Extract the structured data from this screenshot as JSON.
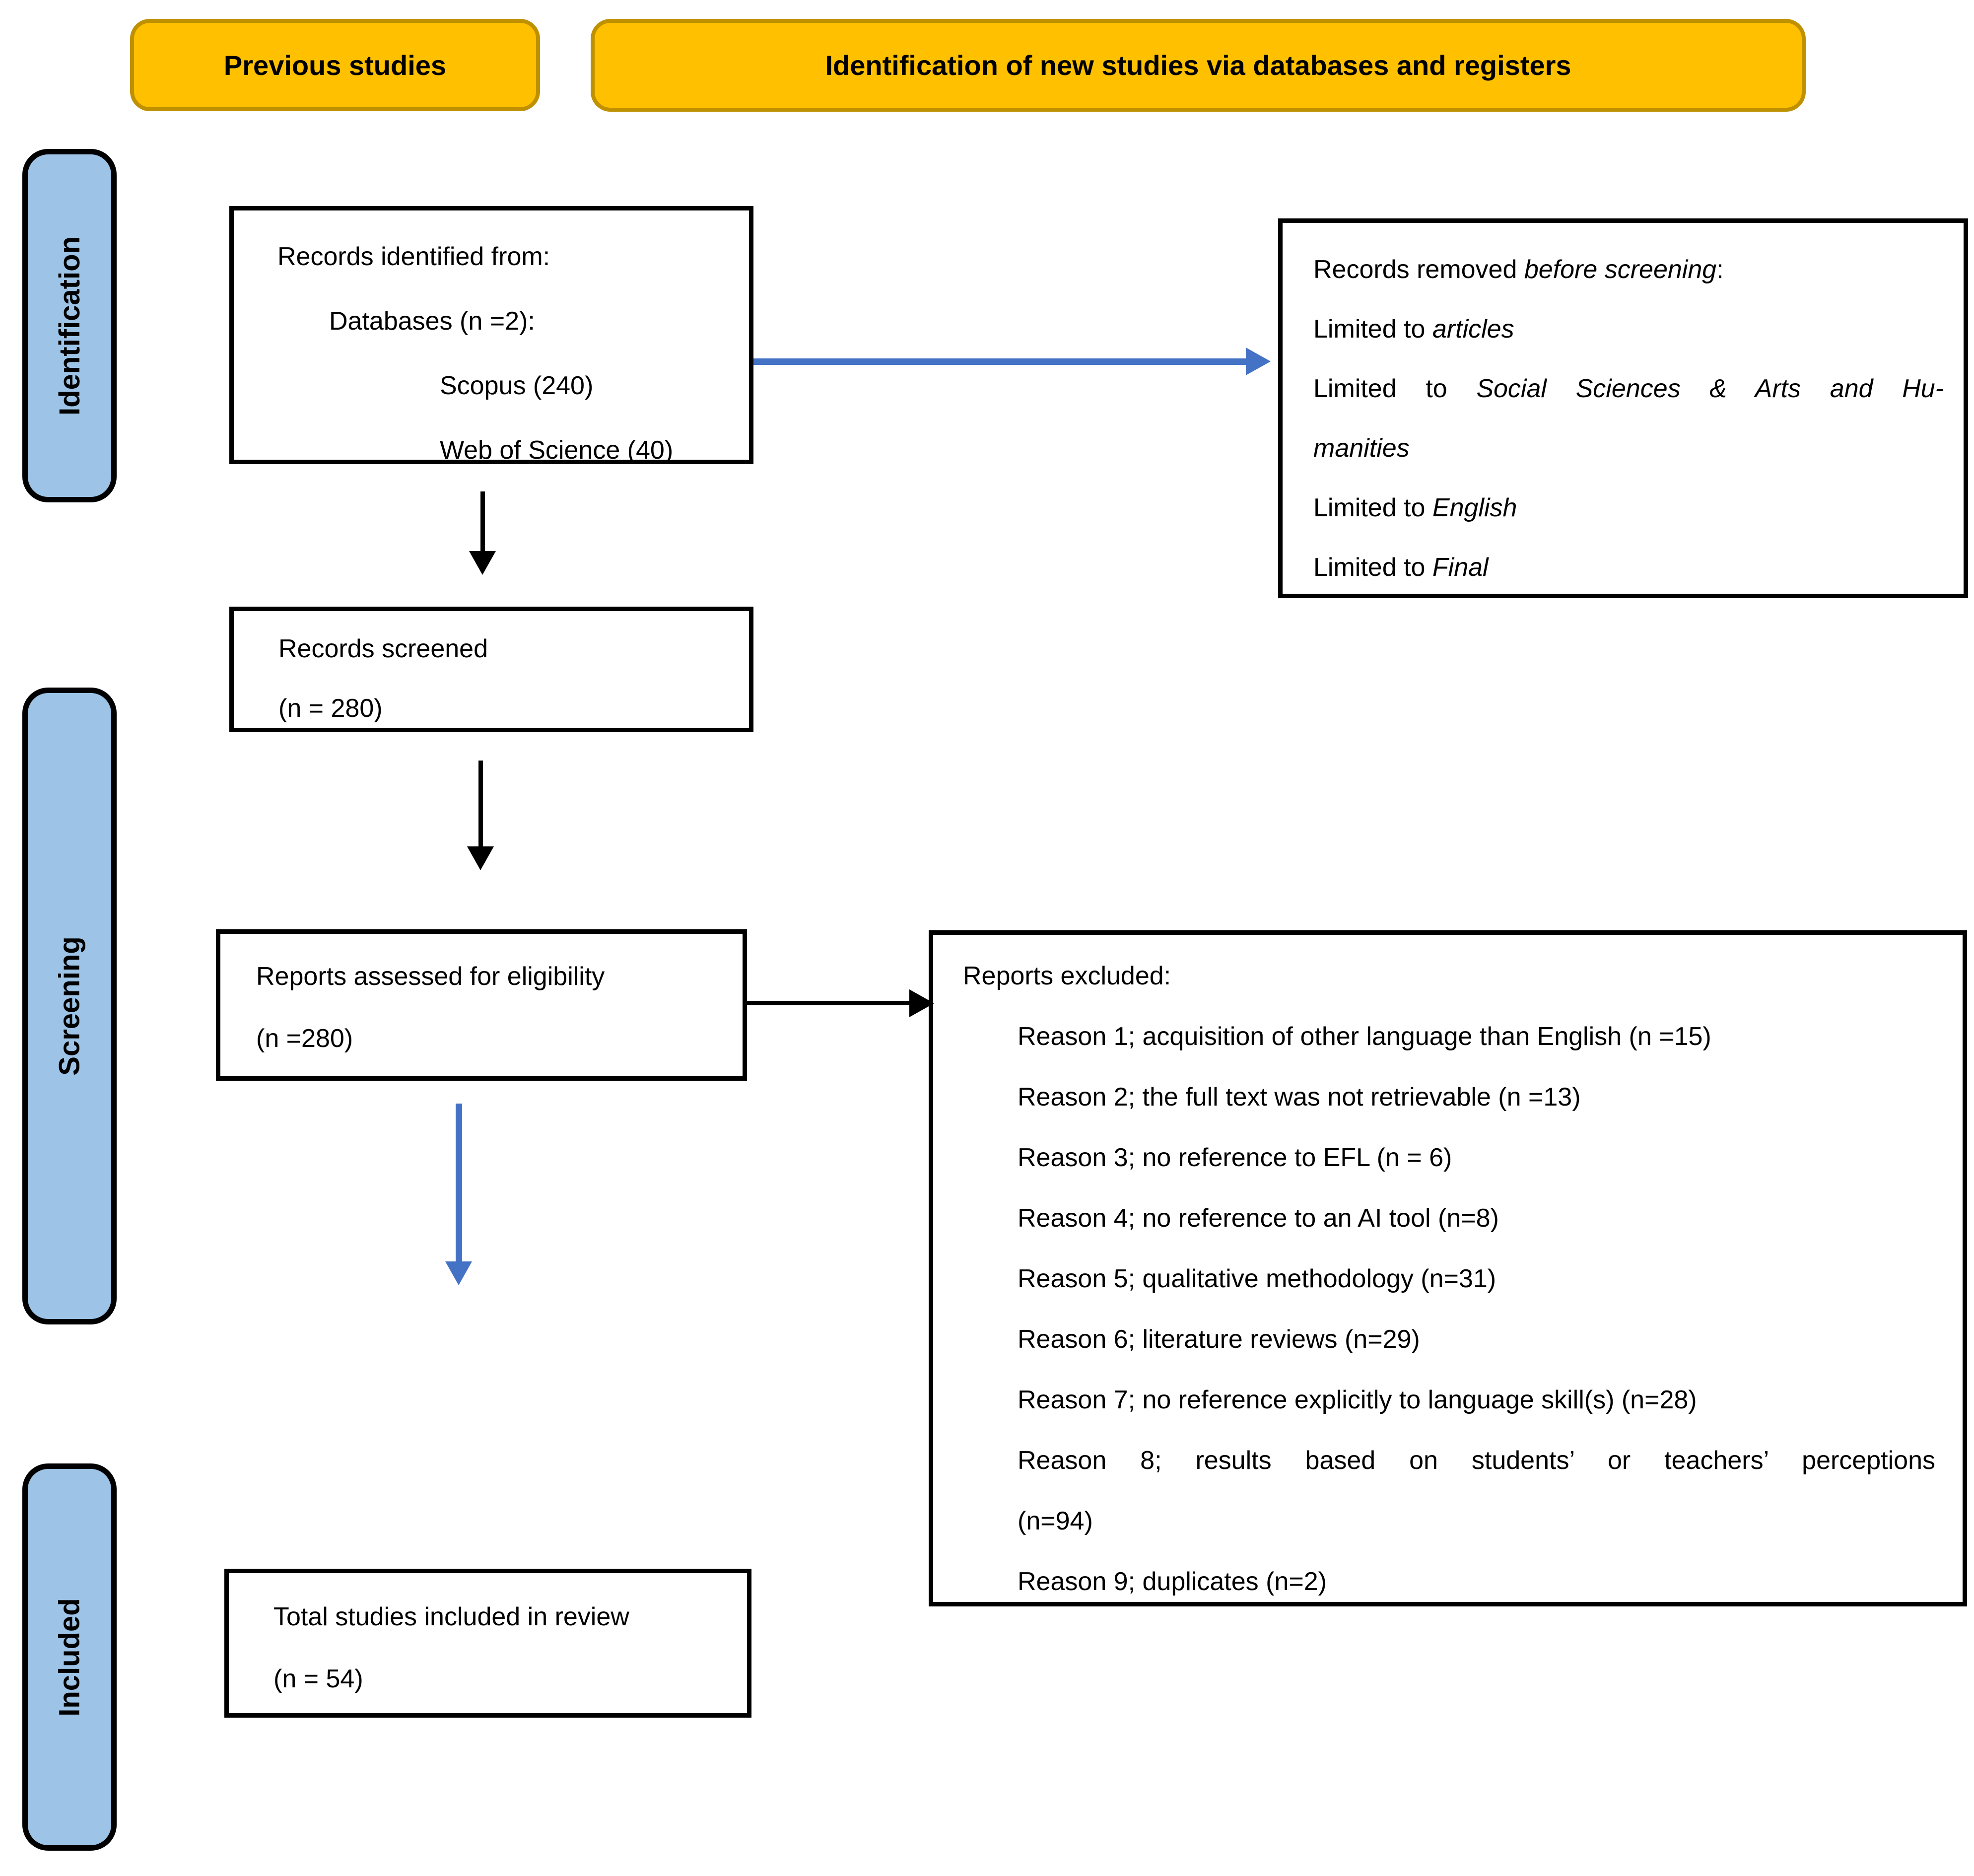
{
  "headers": {
    "previous": "Previous studies",
    "identification": "Identification of new studies via databases and registers"
  },
  "stages": [
    {
      "label": "Identification"
    },
    {
      "label": "Screening"
    },
    {
      "label": "Included"
    }
  ],
  "boxes": {
    "records_identified": {
      "lines": [
        "Records identified from:",
        "Databases (n =2):",
        "Scopus (240)",
        "Web of Science (40)"
      ]
    },
    "records_removed": {
      "lines": [
        [
          {
            "t": "Records removed ",
            "i": false
          },
          {
            "t": "before screening",
            "i": true
          },
          {
            "t": ":",
            "i": false
          }
        ],
        [
          {
            "t": "Limited to ",
            "i": false
          },
          {
            "t": "articles",
            "i": true
          }
        ],
        [
          {
            "t": "Limited to ",
            "i": false
          },
          {
            "t": "Social Sciences & Arts and Hu-",
            "i": true
          }
        ],
        [
          {
            "t": "manities",
            "i": true
          }
        ],
        [
          {
            "t": "Limited to ",
            "i": false
          },
          {
            "t": "English",
            "i": true
          }
        ],
        [
          {
            "t": "Limited to ",
            "i": false
          },
          {
            "t": "Final",
            "i": true
          }
        ]
      ]
    },
    "records_screened": {
      "lines": [
        "Records screened",
        "(n = 280)"
      ]
    },
    "reports_assessed": {
      "lines": [
        "Reports assessed for eligibility",
        "(n =280)"
      ]
    },
    "reports_excluded": {
      "title": "Reports excluded:",
      "reasons": [
        "Reason 1; acquisition of other language than English (n =15)",
        "Reason 2; the full text was not retrievable (n =13)",
        "Reason 3; no reference to EFL (n = 6)",
        "Reason 4; no reference to an AI tool (n=8)",
        "Reason 5; qualitative methodology (n=31)",
        "Reason 6; literature reviews (n=29)",
        "Reason 7; no reference explicitly to language skill(s) (n=28)",
        "Reason 8; results based on students’ or teachers’ perceptions",
        "(n=94)",
        "Reason 9; duplicates (n=2)"
      ]
    },
    "total_included": {
      "lines": [
        "Total studies included in review",
        "(n = 54)"
      ]
    }
  },
  "colors": {
    "header_fill": "#FFC000",
    "header_border": "#BF9000",
    "stage_fill": "#9DC3E6",
    "arrow_blue": "#4472C4",
    "arrow_black": "#000000"
  }
}
